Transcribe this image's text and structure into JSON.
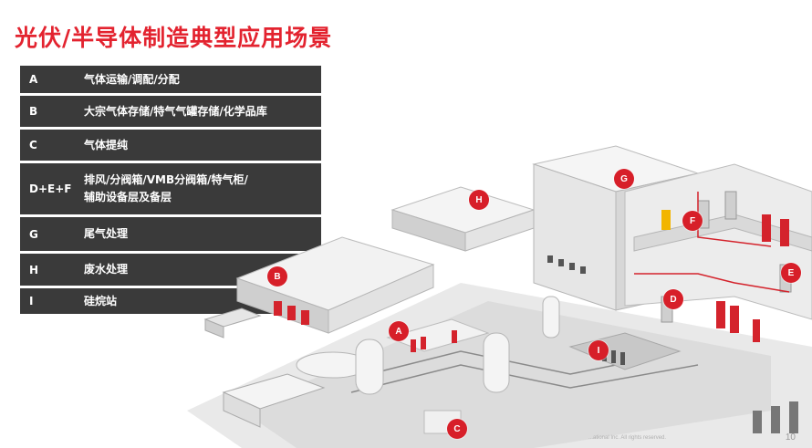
{
  "title": "光伏/半导体制造典型应用场景",
  "rows": [
    {
      "code": "A",
      "desc": "气体运输/调配/分配"
    },
    {
      "code": "B",
      "desc": "大宗气体存储/特气气罐存储/化学品库"
    },
    {
      "code": "C",
      "desc": "气体提纯"
    },
    {
      "code": "D+E+F",
      "desc_line1": "排风/分阀箱/VMB分阀箱/特气柜/",
      "desc_line2": "辅助设备层及备层"
    },
    {
      "code": "G",
      "desc": "尾气处理"
    },
    {
      "code": "H",
      "desc": "废水处理"
    },
    {
      "code": "I",
      "desc": "硅烷站"
    }
  ],
  "markers": {
    "A": "A",
    "B": "B",
    "C": "C",
    "D": "D",
    "E": "E",
    "F": "F",
    "G": "G",
    "H": "H",
    "I": "I"
  },
  "footer": "...ational Inc. All rights reserved.",
  "page_number": "10",
  "colors": {
    "accent": "#e3232f",
    "row_bg": "#3a3a3a",
    "marker": "#d71f29",
    "equipment": "#d4232c"
  }
}
